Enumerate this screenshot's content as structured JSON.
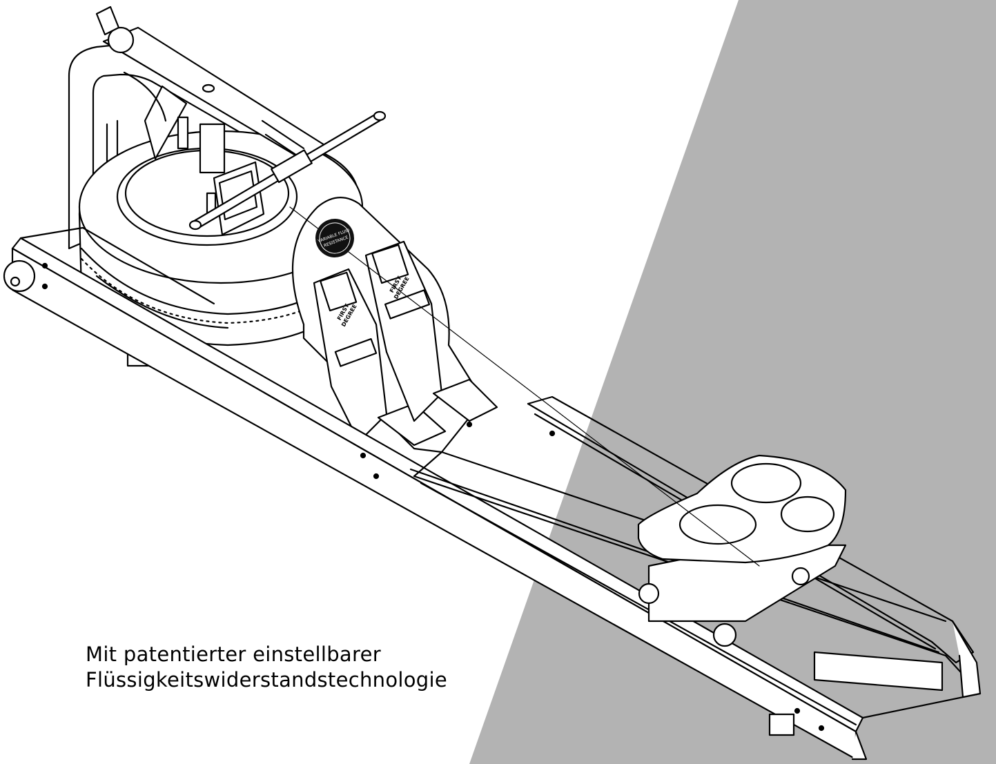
{
  "colors": {
    "background": "#ffffff",
    "panel": "#b3b3b3",
    "line": "#000000",
    "fill": "#ffffff"
  },
  "logo": {
    "line1": "VARIABLE FLUID",
    "line2": "RESISTANCE"
  },
  "pedal_label": {
    "line1": "FIRST",
    "line2": "DEGREE"
  },
  "caption": {
    "line1": "Mit patentierter einstellbarer",
    "line2": "Flüssigkeitswiderstandstechnologie"
  }
}
